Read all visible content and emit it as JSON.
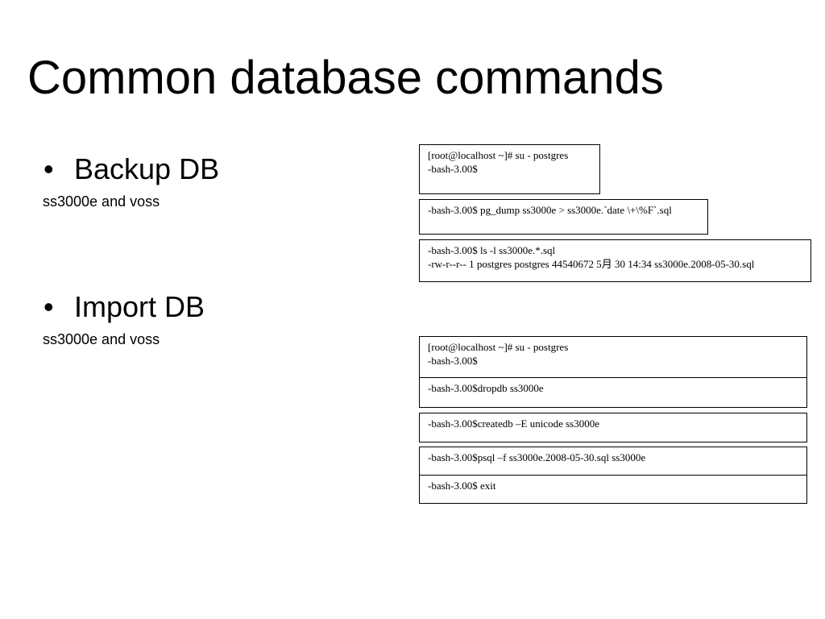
{
  "slide": {
    "title": "Common database commands"
  },
  "sections": {
    "backup": {
      "bullet": "•",
      "heading": "Backup DB",
      "subtitle": "ss3000e and voss"
    },
    "import": {
      "bullet": "•",
      "heading": "Import DB",
      "subtitle": "ss3000e and voss"
    }
  },
  "backup_commands": {
    "box1": {
      "line1": "[root@localhost ~]# su - postgres",
      "line2": "-bash-3.00$"
    },
    "box2": {
      "line1": "-bash-3.00$ pg_dump ss3000e > ss3000e.`date \\+\\%F`.sql"
    },
    "box3": {
      "line1": "-bash-3.00$ ls -l ss3000e.*.sql",
      "line2": "-rw-r--r--   1 postgres postgres 44540672  5月 30 14:34 ss3000e.2008-05-30.sql"
    }
  },
  "import_commands": {
    "box1": {
      "line1": "[root@localhost ~]# su - postgres",
      "line2": "-bash-3.00$"
    },
    "box2": {
      "line1": "-bash-3.00$dropdb ss3000e"
    },
    "box3": {
      "line1": "-bash-3.00$createdb –E unicode ss3000e"
    },
    "box4": {
      "line1": "-bash-3.00$psql –f ss3000e.2008-05-30.sql ss3000e"
    },
    "box5": {
      "line1": "-bash-3.00$ exit"
    }
  }
}
